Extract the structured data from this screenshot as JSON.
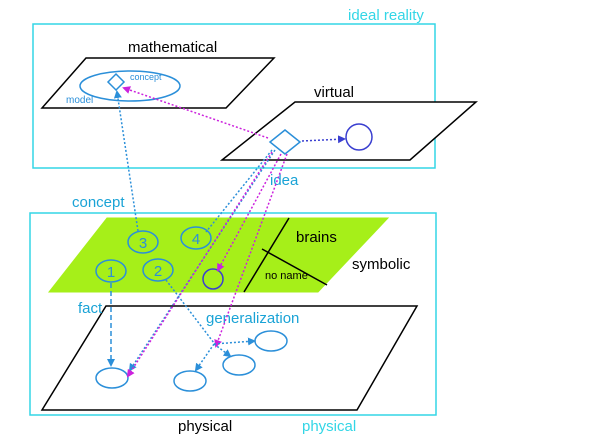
{
  "labels": {
    "ideal_reality": "ideal reality",
    "mathematical": "mathematical",
    "concept_small": "concept",
    "model": "model",
    "virtual": "virtual",
    "concept": "concept",
    "idea": "idea",
    "brains": "brains",
    "no_name": "no name",
    "symbolic": "symbolic",
    "fact": "fact",
    "generalization": "generalization",
    "physical_black": "physical",
    "physical_cyan": "physical"
  },
  "circle_numbers": [
    "1",
    "2",
    "3",
    "4"
  ],
  "colors": {
    "frame_cyan": "#33d6e6",
    "text_cyan": "#1aa3d6",
    "blue": "#2b8fd9",
    "dark_blue": "#3a3fd0",
    "magenta": "#cc22dd",
    "green": "#a6ef19",
    "black": "#000000"
  }
}
